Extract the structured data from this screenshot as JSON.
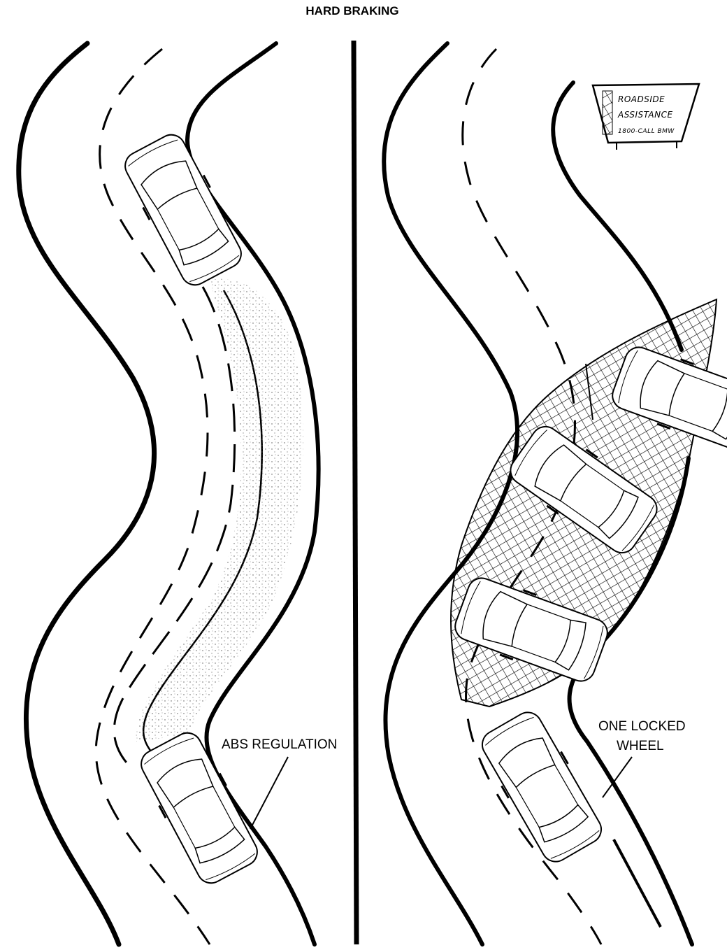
{
  "title": "HARD BRAKING",
  "left_panel": {
    "callout": "ABS REGULATION"
  },
  "right_panel": {
    "callout_line1": "ONE LOCKED",
    "callout_line2": "WHEEL",
    "sign": {
      "line1": "ROADSIDE",
      "line2": "ASSISTANCE",
      "line3": "1800-CALL BMW"
    }
  }
}
